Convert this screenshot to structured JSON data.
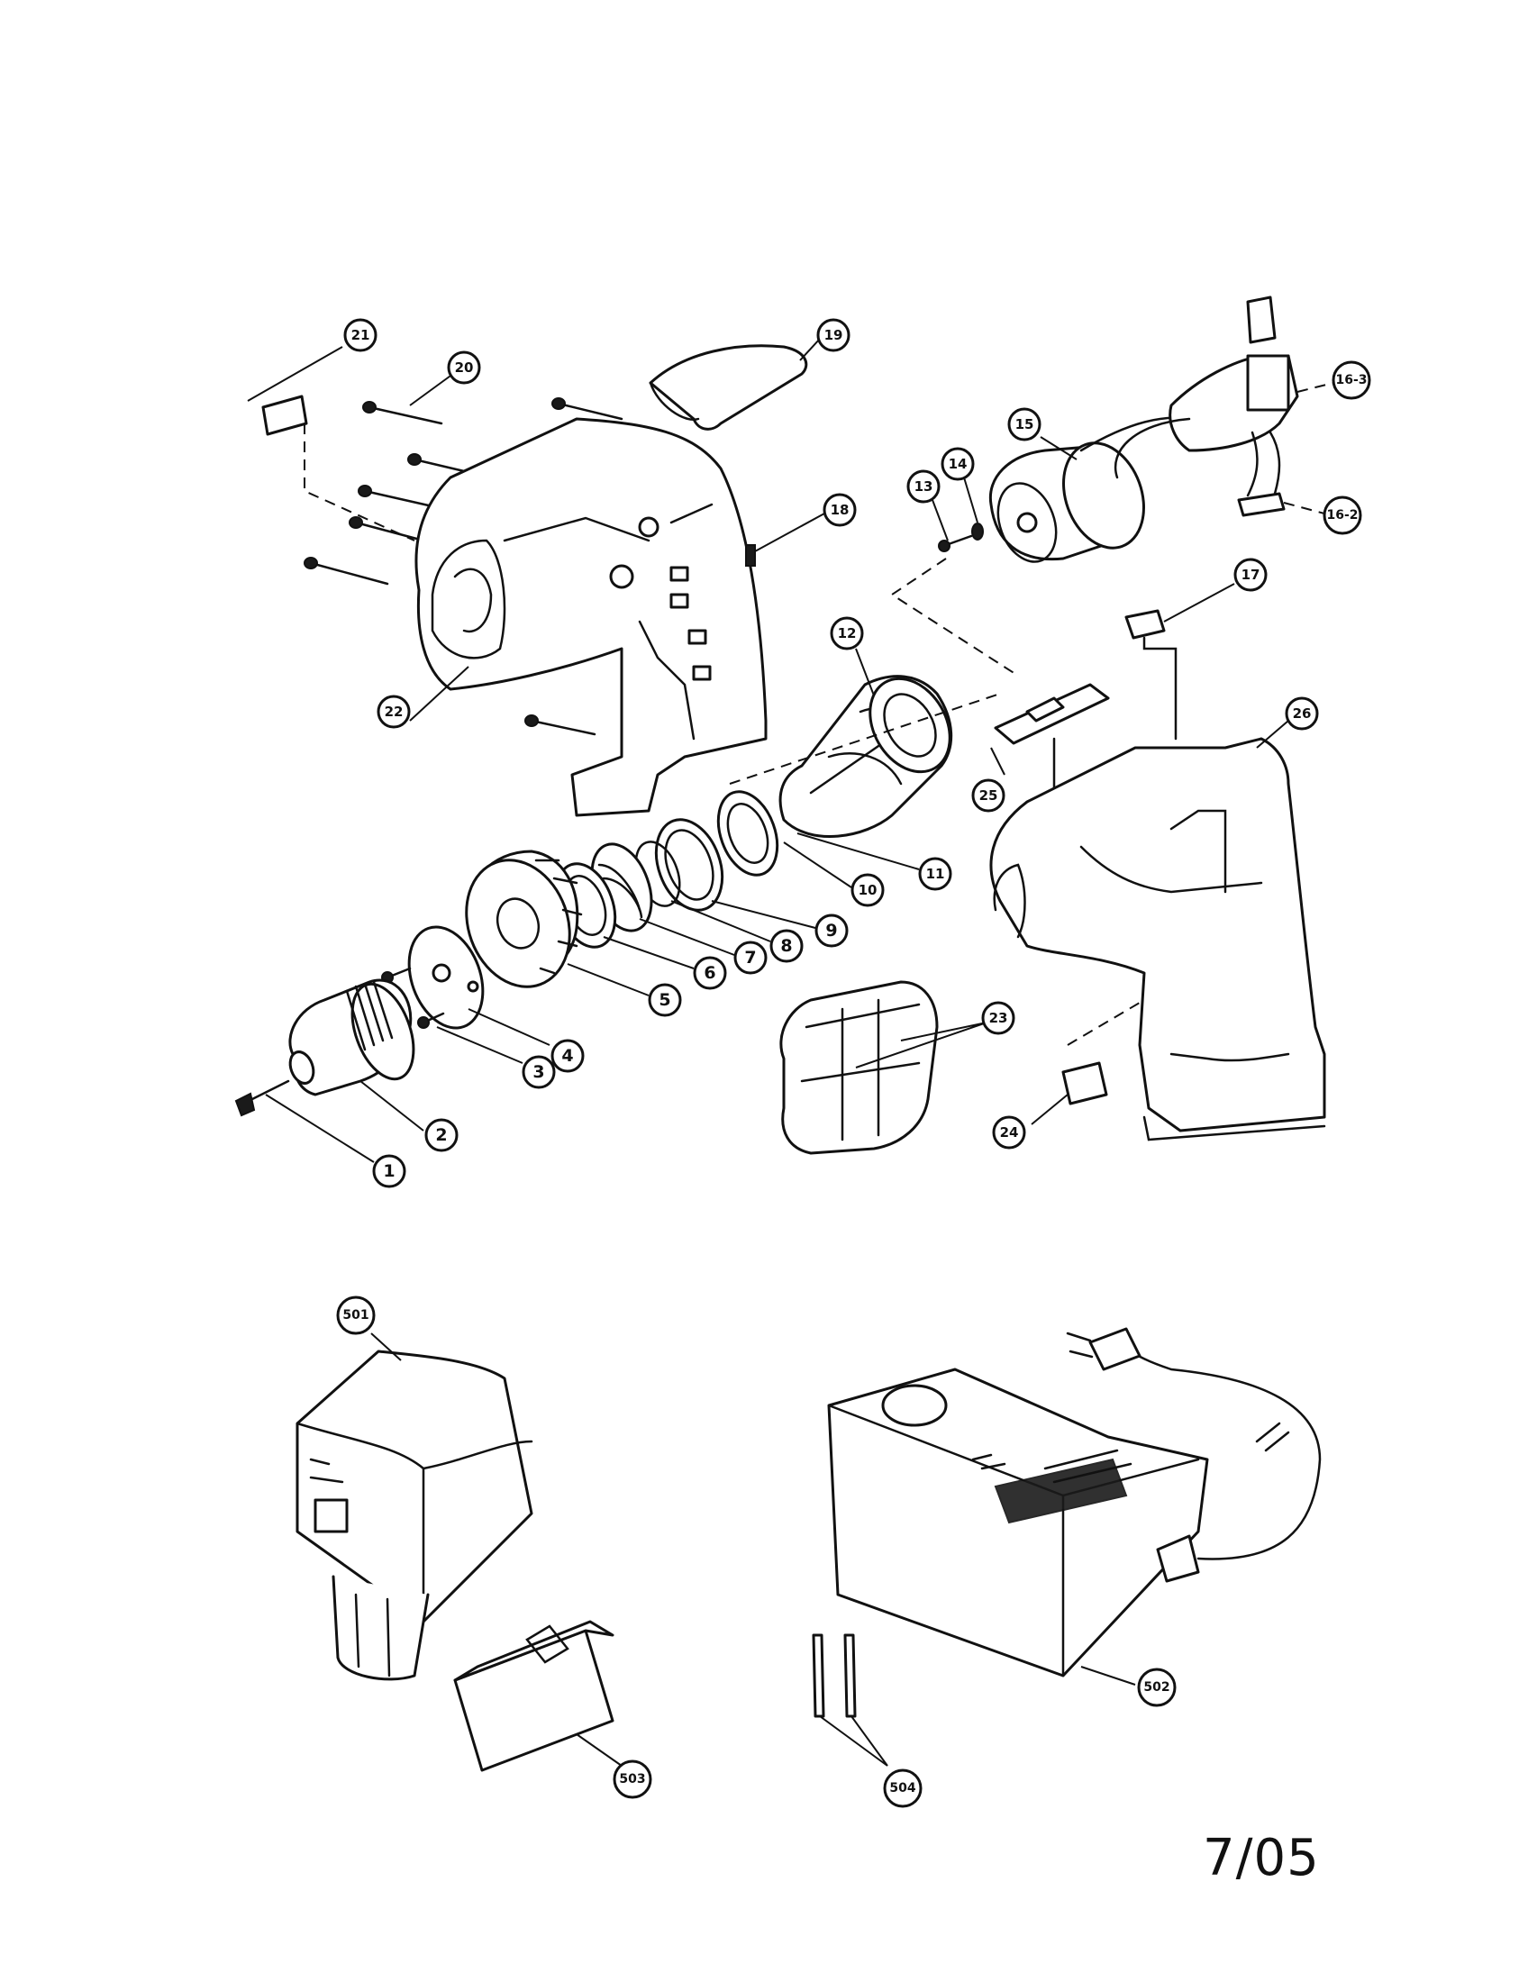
{
  "callouts": [
    {
      "id": "1",
      "label": "1"
    },
    {
      "id": "2",
      "label": "2"
    },
    {
      "id": "3",
      "label": "3"
    },
    {
      "id": "4",
      "label": "4"
    },
    {
      "id": "5",
      "label": "5"
    },
    {
      "id": "6",
      "label": "6"
    },
    {
      "id": "7",
      "label": "7"
    },
    {
      "id": "8",
      "label": "8"
    },
    {
      "id": "9",
      "label": "9"
    },
    {
      "id": "10",
      "label": "10"
    },
    {
      "id": "11",
      "label": "11"
    },
    {
      "id": "12",
      "label": "12"
    },
    {
      "id": "13",
      "label": "13"
    },
    {
      "id": "14",
      "label": "14"
    },
    {
      "id": "15",
      "label": "15"
    },
    {
      "id": "16-2",
      "label": "16-2"
    },
    {
      "id": "16-3",
      "label": "16-3"
    },
    {
      "id": "17",
      "label": "17"
    },
    {
      "id": "18",
      "label": "18"
    },
    {
      "id": "19",
      "label": "19"
    },
    {
      "id": "20",
      "label": "20"
    },
    {
      "id": "21",
      "label": "21"
    },
    {
      "id": "22",
      "label": "22"
    },
    {
      "id": "23",
      "label": "23"
    },
    {
      "id": "24",
      "label": "24"
    },
    {
      "id": "25",
      "label": "25"
    },
    {
      "id": "26",
      "label": "26"
    },
    {
      "id": "501",
      "label": "501"
    },
    {
      "id": "502",
      "label": "502"
    },
    {
      "id": "503",
      "label": "503"
    },
    {
      "id": "504",
      "label": "504"
    }
  ],
  "footer": {
    "date": "7/05"
  }
}
